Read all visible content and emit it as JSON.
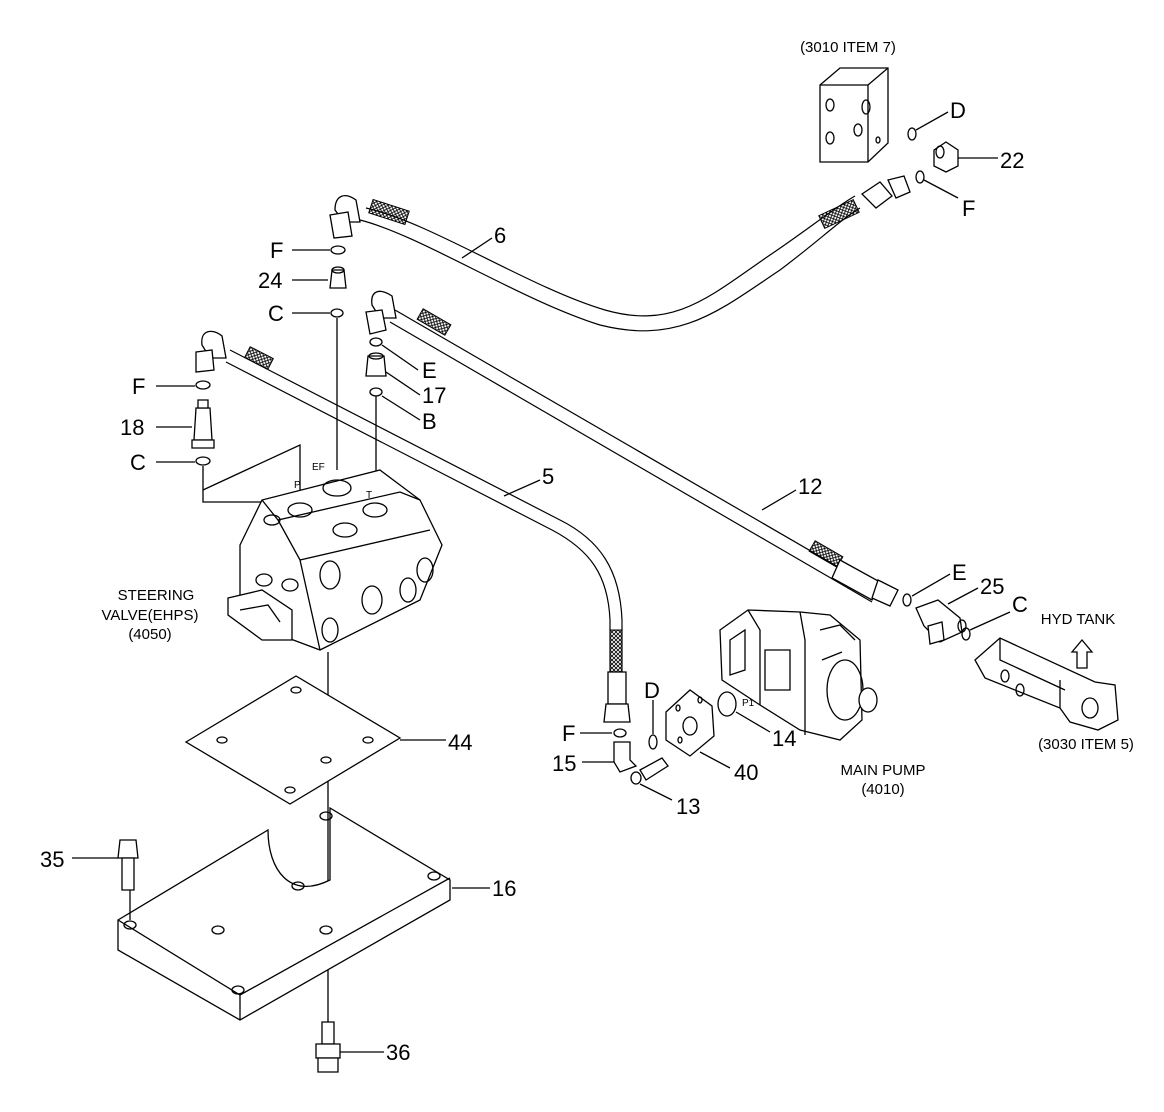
{
  "callouts": {
    "item_6": "6",
    "item_5": "5",
    "item_12": "12",
    "item_22": "22",
    "item_24": "24",
    "item_17": "17",
    "item_18": "18",
    "item_25": "25",
    "item_14": "14",
    "item_40": "40",
    "item_15": "15",
    "item_13": "13",
    "item_44": "44",
    "item_16": "16",
    "item_35": "35",
    "item_36": "36",
    "d_top": "D",
    "f_top_right": "F",
    "f_upper": "F",
    "c_upper": "C",
    "e_upper": "E",
    "b_upper": "B",
    "f_left": "F",
    "c_left": "C",
    "e_right": "E",
    "c_right": "C",
    "d_pump": "D",
    "f_pump": "F"
  },
  "captions": {
    "valve_block": "(3010  ITEM 7)",
    "steering_line1": "STEERING",
    "steering_line2": "VALVE(EHPS)",
    "steering_line3": "(4050)",
    "main_pump_line1": "MAIN PUMP",
    "main_pump_line2": "(4010)",
    "hyd_tank": "HYD TANK",
    "tank_ref": "(3030 ITEM 5)"
  },
  "port_marks": {
    "p": "P",
    "ef": "EF",
    "t": "T",
    "p1": "P1"
  }
}
